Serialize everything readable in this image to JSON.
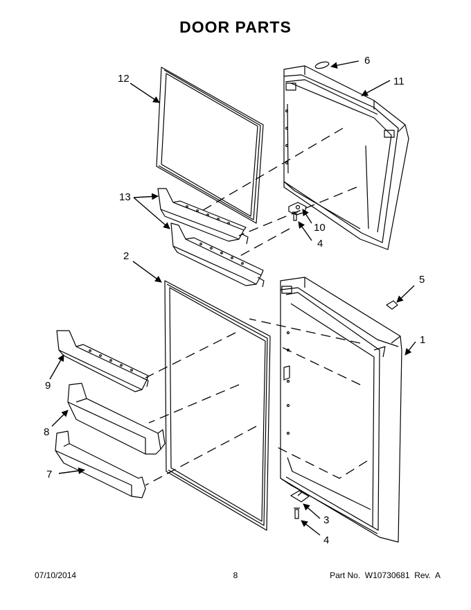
{
  "page": {
    "title": "DOOR PARTS"
  },
  "callouts": {
    "c1": "1",
    "c2": "2",
    "c3": "3",
    "c4a": "4",
    "c4b": "4",
    "c5": "5",
    "c6": "6",
    "c7": "7",
    "c8": "8",
    "c9": "9",
    "c10": "10",
    "c11": "11",
    "c12": "12",
    "c13": "13"
  },
  "footer": {
    "date": "07/10/2014",
    "page_number": "8",
    "part_number": "Part No.  W10730681  Rev.  A"
  }
}
